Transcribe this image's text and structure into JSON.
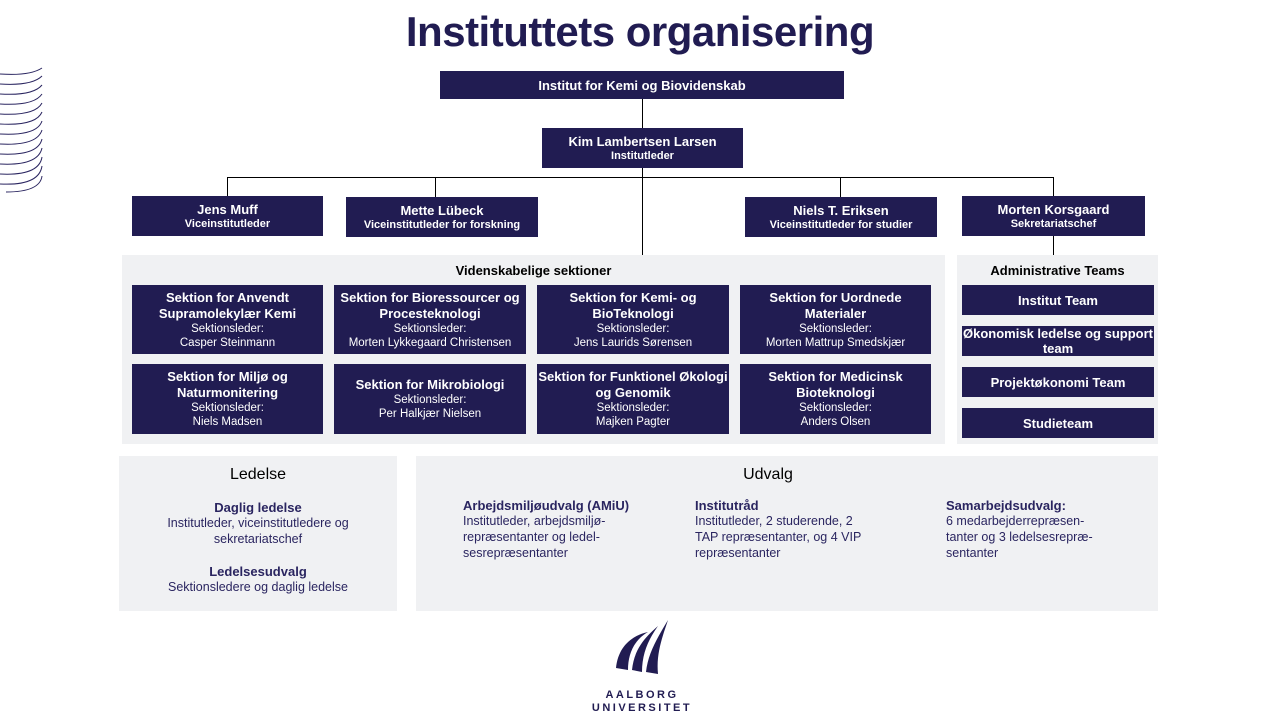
{
  "title": "Instituttets organisering",
  "institute": "Institut for Kemi og Biovidenskab",
  "head": {
    "name": "Kim Lambertsen Larsen",
    "role": "Institutleder"
  },
  "deputies": [
    {
      "name": "Jens Muff",
      "role": "Viceinstitutleder"
    },
    {
      "name": "Mette Lübeck",
      "role": "Viceinstitutleder for forskning"
    },
    {
      "name": "Niels T. Eriksen",
      "role": "Viceinstitutleder for studier"
    },
    {
      "name": "Morten Korsgaard",
      "role": "Sekretariatschef"
    }
  ],
  "sections_panel": {
    "title": "Videnskabelige sektioner",
    "sections": [
      {
        "name": "Sektion for Anvendt Supramolekylær Kemi",
        "leader_label": "Sektionsleder:",
        "leader": "Casper Steinmann"
      },
      {
        "name": "Sektion for Bioressourcer og Procesteknologi",
        "leader_label": "Sektionsleder:",
        "leader": "Morten Lykkegaard Christensen"
      },
      {
        "name": "Sektion for Kemi- og BioTeknologi",
        "leader_label": "Sektionsleder:",
        "leader": "Jens Laurids Sørensen"
      },
      {
        "name": "Sektion for Uordnede Materialer",
        "leader_label": "Sektionsleder:",
        "leader": "Morten Mattrup Smedskjær"
      },
      {
        "name": "Sektion for Miljø og Naturmonitering",
        "leader_label": "Sektionsleder:",
        "leader": "Niels Madsen"
      },
      {
        "name": "Sektion for Mikrobiologi",
        "leader_label": "Sektionsleder:",
        "leader": "Per Halkjær Nielsen"
      },
      {
        "name": "Sektion for Funktionel Økologi og Genomik",
        "leader_label": "Sektionsleder:",
        "leader": "Majken Pagter"
      },
      {
        "name": "Sektion for Medicinsk Bioteknologi",
        "leader_label": "Sektionsleder:",
        "leader": "Anders Olsen"
      }
    ]
  },
  "admin_panel": {
    "title": "Administrative Teams",
    "teams": [
      "Institut Team",
      "Økonomisk ledelse og support team",
      "Projektøkonomi Team",
      "Studieteam"
    ]
  },
  "ledelse": {
    "title": "Ledelse",
    "items": [
      {
        "term": "Daglig ledelse",
        "desc": "Institutleder, viceinstitutledere og sekretariatschef"
      },
      {
        "term": "Ledelsesudvalg",
        "desc": "Sektionsledere og daglig ledelse"
      }
    ]
  },
  "udvalg": {
    "title": "Udvalg",
    "items": [
      {
        "term": "Arbejdsmiljøudvalg (AMiU)",
        "desc": "Institutleder, arbejdsmiljø-repræsentanter og ledel-sesrepræsentanter"
      },
      {
        "term": "Institutråd",
        "desc": "Institutleder, 2 studerende, 2 TAP repræsentanter, og 4 VIP repræsentanter"
      },
      {
        "term": "Samarbejdsudvalg:",
        "desc": "6 medarbejderrepræsen-tanter og 3 ledelsesrepræ-sentanter"
      }
    ]
  },
  "logo": {
    "line1": "AALBORG",
    "line2": "UNIVERSITET"
  },
  "colors": {
    "navy": "#211c52",
    "panel": "#f0f1f3"
  }
}
